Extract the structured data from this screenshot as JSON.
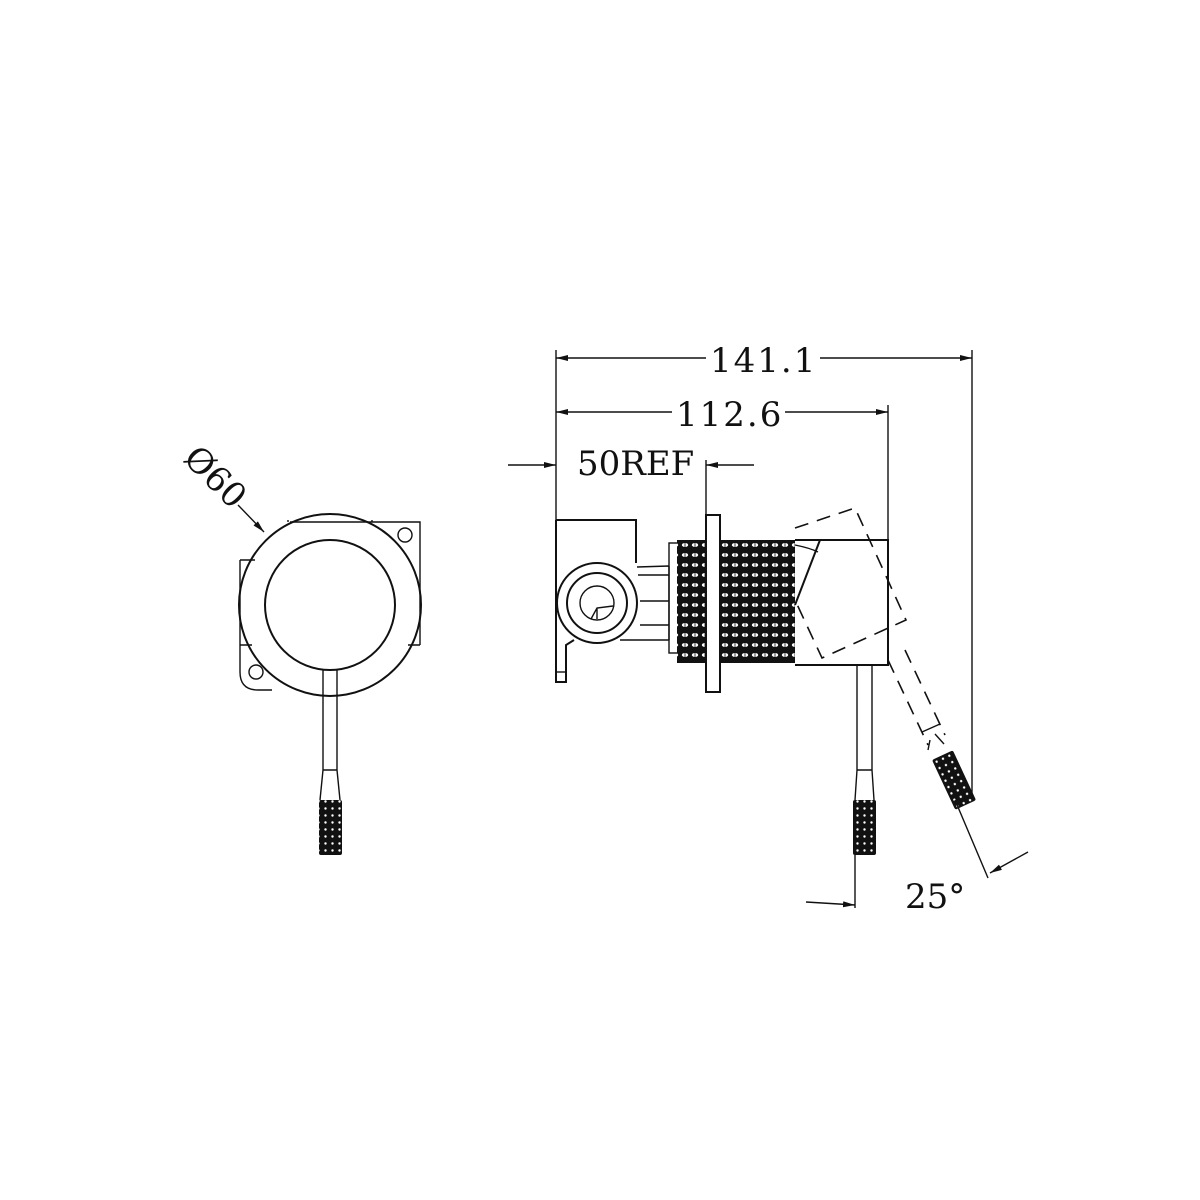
{
  "drawing": {
    "type": "technical drawing",
    "subject": "wall mixer with knurled handle",
    "views": [
      "front view",
      "side view"
    ]
  },
  "front_view": {
    "diameter_label": "Ø60"
  },
  "side_view": {
    "overall_length_label": "141.1",
    "body_length_label": "112.6",
    "reference_label": "50REF",
    "lever_angle_label": "25°"
  },
  "colors": {
    "line": "#111111",
    "background": "#ffffff"
  }
}
